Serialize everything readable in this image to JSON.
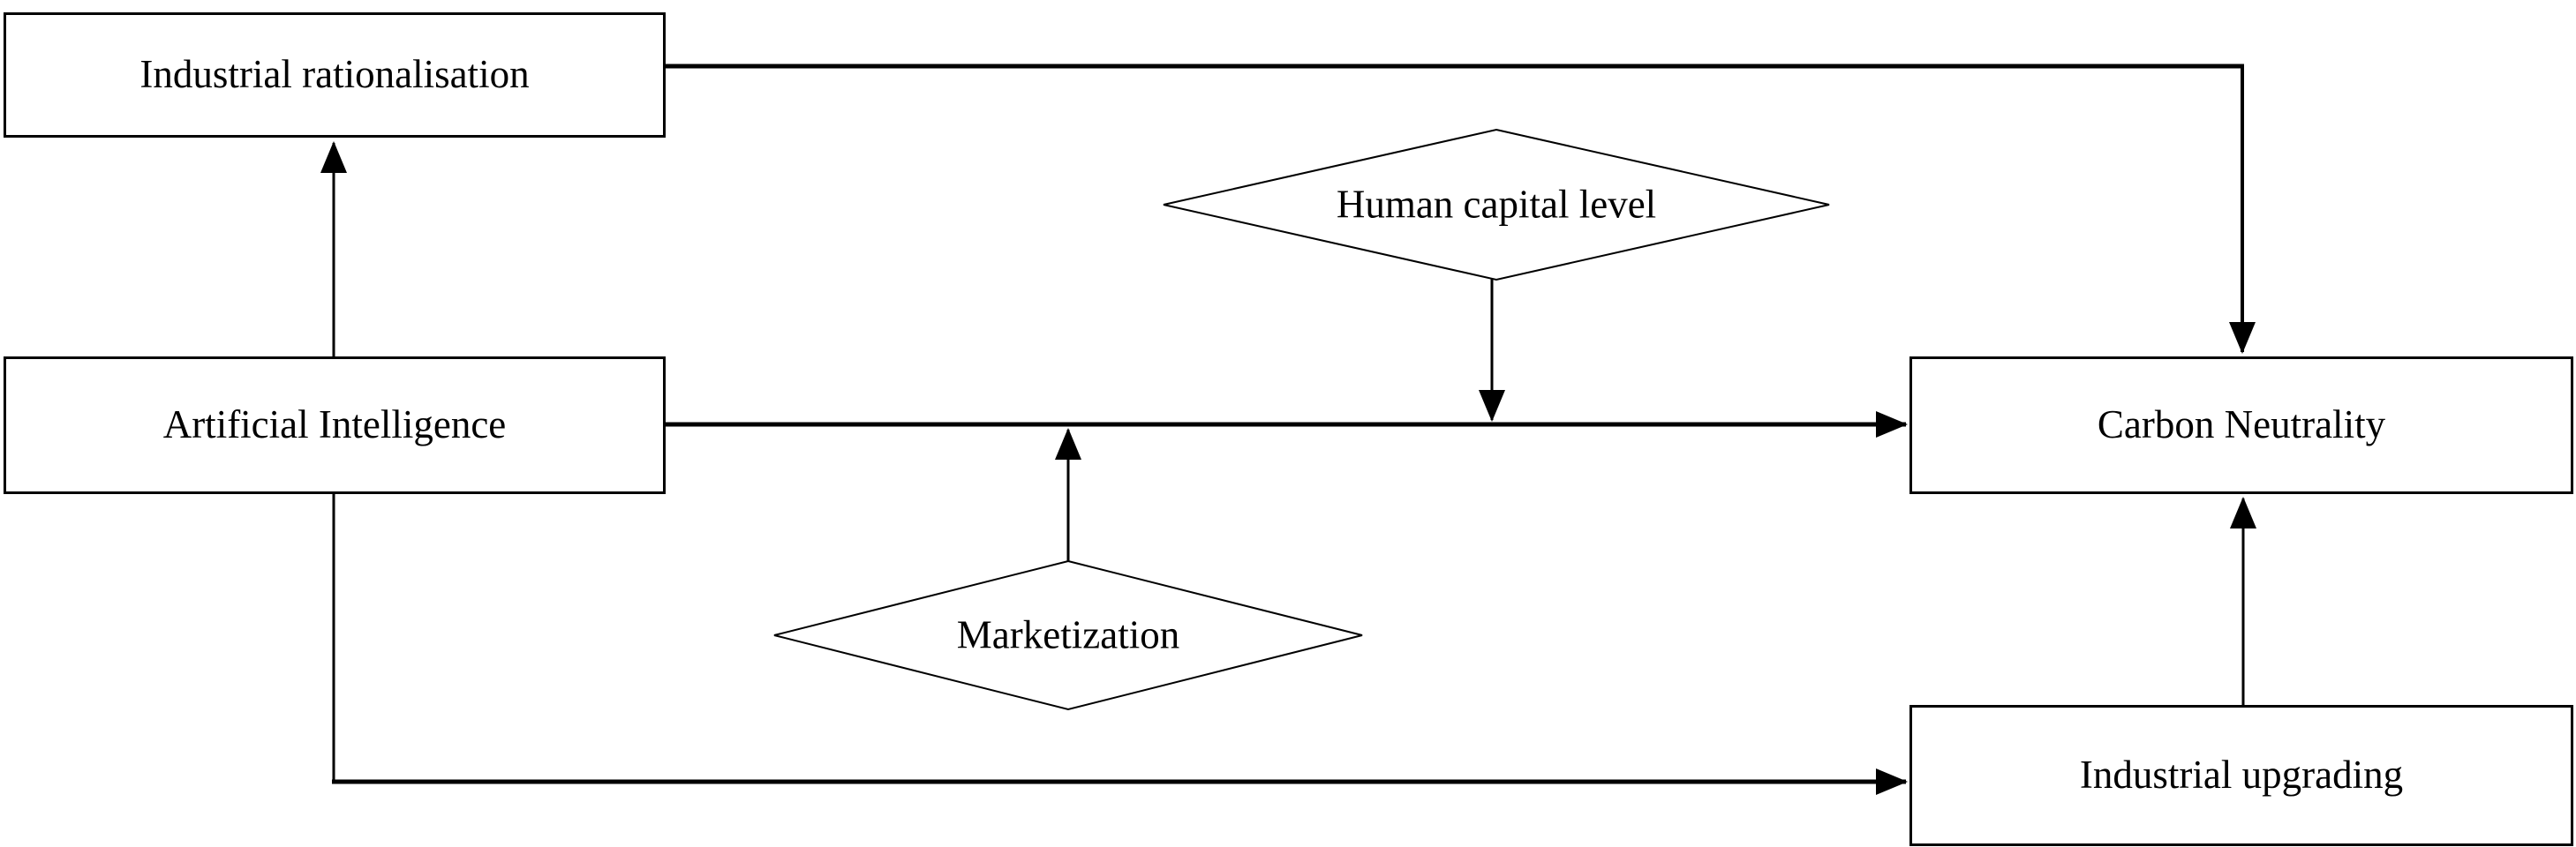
{
  "diagram": {
    "description": "Conceptual flowchart linking artificial intelligence to carbon neutrality through mediating and moderating variables",
    "colors": {
      "background": "#ffffff",
      "line": "#000000",
      "text": "#000000",
      "node_fill": "#ffffff"
    },
    "nodes": {
      "industrial_rationalisation": {
        "label": "Industrial rationalisation",
        "shape": "rect"
      },
      "artificial_intelligence": {
        "label": "Artificial Intelligence",
        "shape": "rect"
      },
      "carbon_neutrality": {
        "label": "Carbon Neutrality",
        "shape": "rect"
      },
      "industrial_upgrading": {
        "label": "Industrial upgrading",
        "shape": "rect"
      },
      "human_capital_level": {
        "label": "Human capital level",
        "shape": "diamond"
      },
      "marketization": {
        "label": "Marketization",
        "shape": "diamond"
      }
    },
    "edges": [
      {
        "from": "artificial_intelligence",
        "to": "industrial_rationalisation",
        "type": "arrow"
      },
      {
        "from": "industrial_rationalisation",
        "to": "carbon_neutrality",
        "type": "arrow"
      },
      {
        "from": "artificial_intelligence",
        "to": "carbon_neutrality",
        "type": "arrow"
      },
      {
        "from": "human_capital_level",
        "to": "artificial_intelligence->carbon_neutrality",
        "type": "moderator_arrow"
      },
      {
        "from": "marketization",
        "to": "artificial_intelligence->carbon_neutrality",
        "type": "moderator_arrow"
      },
      {
        "from": "artificial_intelligence",
        "to": "industrial_upgrading",
        "type": "arrow"
      },
      {
        "from": "industrial_upgrading",
        "to": "carbon_neutrality",
        "type": "arrow"
      }
    ]
  }
}
